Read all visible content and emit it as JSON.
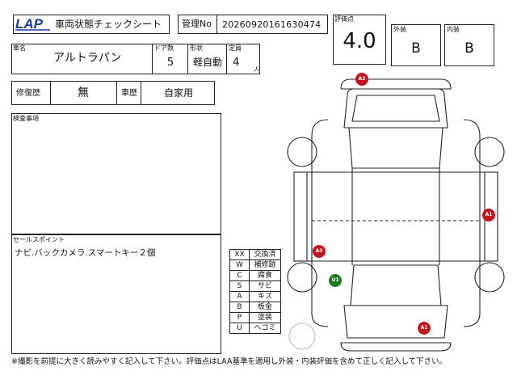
{
  "header": {
    "logo_text": "LAP",
    "title": "車両状態チェックシート",
    "mgmt_label": "管理No",
    "mgmt_no": "20260920161630474"
  },
  "grade": {
    "label": "評価点",
    "value": "4.0",
    "exterior_label": "外装",
    "exterior_value": "B",
    "interior_label": "内装",
    "interior_value": "B"
  },
  "car": {
    "name_label": "車名",
    "name": "アルトラパン",
    "doors_label": "ドア数",
    "doors": "5",
    "shape_label": "形状",
    "shape": "軽自動",
    "capacity_label": "定員",
    "capacity": "4",
    "capacity_unit": "人"
  },
  "history": {
    "repair_label": "修復歴",
    "repair_value": "無",
    "use_label": "車歴",
    "use_value": "自家用"
  },
  "inspection": {
    "label": "検査事項"
  },
  "sales": {
    "label": "セールスポイント",
    "text": "ナビ.バックカメラ.スマートキー２個"
  },
  "legend": [
    {
      "code": "XX",
      "meaning": "交換済"
    },
    {
      "code": "W",
      "meaning": "補修跡"
    },
    {
      "code": "C",
      "meaning": "腐食"
    },
    {
      "code": "S",
      "meaning": "サビ"
    },
    {
      "code": "A",
      "meaning": "キズ"
    },
    {
      "code": "B",
      "meaning": "板金"
    },
    {
      "code": "P",
      "meaning": "塗装"
    },
    {
      "code": "U",
      "meaning": "ヘコミ"
    }
  ],
  "markers": {
    "front": "A2",
    "right": "A1",
    "left": "A3",
    "center": "U1",
    "rear": "A1"
  },
  "colors": {
    "damage": "#c0161e",
    "dent": "#1f7a22"
  },
  "footer": "※撮影を前提に大きく読みやすく記入して下さい。評価点はLAA基準を適用し外装・内装評価を含めて正しく記入して下さい。"
}
